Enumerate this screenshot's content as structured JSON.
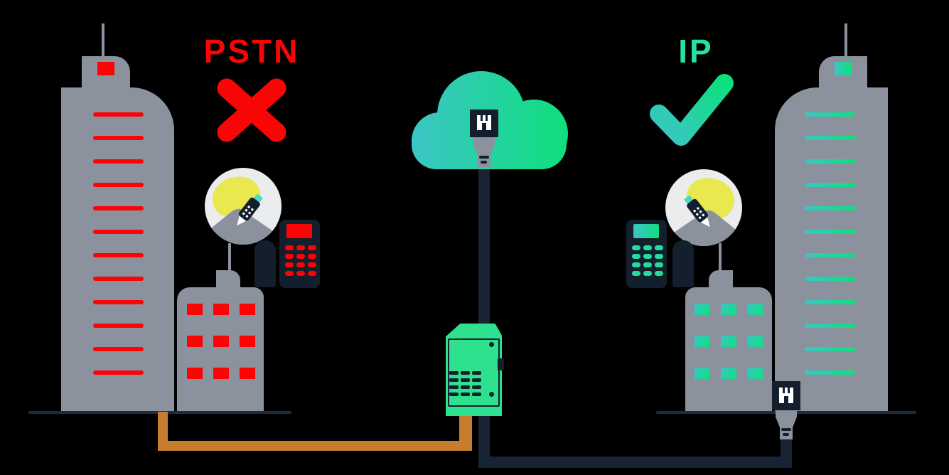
{
  "scene": {
    "description": "PSTN vs IP telephony comparison illustration"
  },
  "pstn": {
    "label": "PSTN",
    "status_icon": "cross-icon",
    "color": "#fa0505",
    "cable_color": "#c87c2f"
  },
  "ip": {
    "label": "IP",
    "status_icon": "check-icon",
    "color": "#27e1a3",
    "cable_color": "#182334"
  },
  "theme": {
    "bg": "#000000",
    "gray": "#8b919d",
    "navy": "#141f2e",
    "cable": "#182334",
    "ground": "#1d2c3f",
    "red": "#fa0505",
    "orange": "#c87c2f",
    "cabinet-green": "#2ee18f",
    "teal-a": "#3cc5c6",
    "green-b": "#0edf7d",
    "teal-text": "#27e1a3",
    "hair-yellow": "#e9e84e",
    "face-pink": "#f8b2aa",
    "avatar-bg": "#ebecee",
    "phone-teal": "#4ad9c4"
  },
  "left_building": {
    "floor_stripes": 12,
    "windows": 9
  },
  "right_building": {
    "floor_stripes": 12,
    "windows": 9
  },
  "left_phone": {
    "buttons": 12
  },
  "right_phone": {
    "buttons": 12
  },
  "cabinet": {
    "vents": 12
  },
  "icons": [
    "cloud-icon",
    "ethernet-port-icon",
    "ethernet-plug-icon",
    "cross-icon",
    "check-icon",
    "desk-phone-icon",
    "person-avatar-icon",
    "building-icon",
    "street-cabinet-icon",
    "antenna-icon"
  ]
}
